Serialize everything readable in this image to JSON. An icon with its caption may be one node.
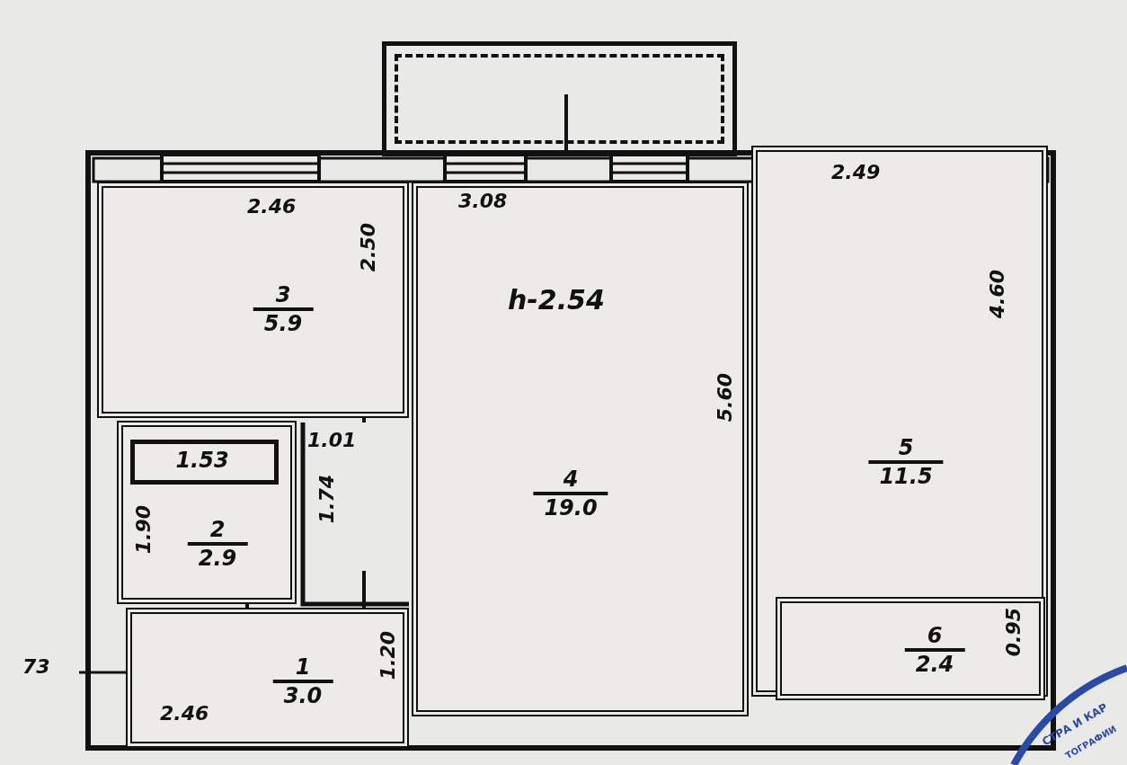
{
  "diagram": {
    "nodes": [
      {
        "text": [],
        "shape": "box"
      },
      {
        "text": [
          "3",
          "5.9"
        ]
      },
      {
        "text": [
          "4",
          "19.0"
        ]
      },
      {
        "text": [
          "5",
          "11.5"
        ]
      },
      {
        "text": [
          "6",
          "2.4"
        ],
        "in": 3
      },
      {
        "text": [
          "2",
          "2.9"
        ]
      },
      {
        "text": [
          "1.53"
        ],
        "in": 5
      },
      {
        "text": [
          "1",
          "3.0"
        ]
      }
    ],
    "labels": [
      "2.46",
      "3.08",
      "2.49",
      "2.50",
      "h-2.54",
      "4.60",
      "5.60",
      "1.01",
      "1.74",
      "1.90",
      "0.95",
      "1.20",
      "73",
      "2.46",
      "СТРА И КАР",
      "ТОГРАФИИ"
    ]
  }
}
